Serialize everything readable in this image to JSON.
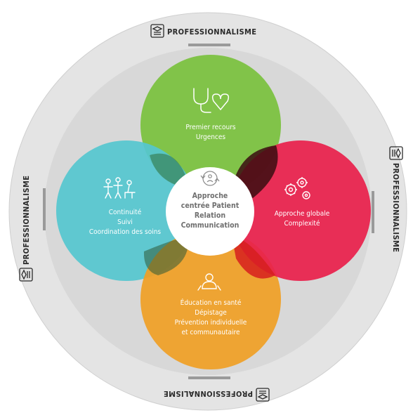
{
  "colors": {
    "green": "#7dc243",
    "red": "#e8204b",
    "cyan": "#55c6cf",
    "orange": "#ef9f26",
    "outer_ring": "#e2e2e2",
    "inner_disc": "#d6d6d6",
    "center_fill": "#ffffff",
    "center_text": "#6f6f6f"
  },
  "center": {
    "icon": "patient-cycle-icon",
    "lines": [
      "Approche",
      "centrée Patient",
      "Relation",
      "Communication"
    ]
  },
  "circles": {
    "top": {
      "icon": "stethoscope-heart-icon",
      "lines": [
        "Premier recours",
        "Urgences"
      ]
    },
    "right": {
      "icon": "gears-icon",
      "lines": [
        "Approche globale",
        "Complexité"
      ]
    },
    "left": {
      "icon": "people-group-icon",
      "lines": [
        "Continuité",
        "Suivi",
        "Coordination des soins"
      ]
    },
    "bottom": {
      "icon": "child-care-icon",
      "lines": [
        "Éducation en santé",
        "Dépistage",
        "Prévention individuelle",
        "et communautaire"
      ]
    }
  },
  "band": {
    "label": "PROFESSIONNALISME",
    "icon": "graduate-book-icon"
  }
}
